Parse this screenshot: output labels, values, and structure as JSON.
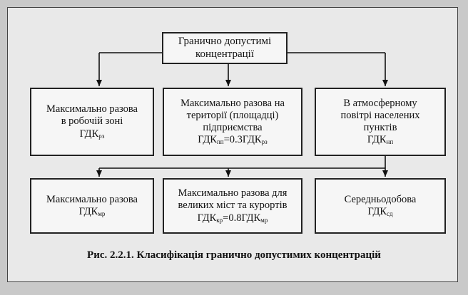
{
  "top": {
    "line1": "Гранично допустимі",
    "line2": "концентрації"
  },
  "row1": {
    "left": {
      "line1": "Максимально разова",
      "line2": "в робочій зоні",
      "abbr": "ГДК",
      "sub": "рз"
    },
    "middle": {
      "line1": "Максимально разова на",
      "line2": "території (площадці)",
      "line3": "підприємства",
      "formula_a": "ГДК",
      "formula_a_sub": "пп",
      "formula_eq": "=0.3ГДК",
      "formula_b_sub": "рз"
    },
    "right": {
      "line1": "В атмосферному",
      "line2": "повітрі населених",
      "line3": "пунктів",
      "abbr": "ГДК",
      "sub": "нп"
    }
  },
  "row2": {
    "left": {
      "line1": "Максимально разова",
      "abbr": "ГДК",
      "sub": "мр"
    },
    "middle": {
      "line1": "Максимально разова для",
      "line2": "великих міст та курортів",
      "formula_a": "ГДК",
      "formula_a_sub": "кр",
      "formula_eq": "=0.8ГДК",
      "formula_b_sub": "мр"
    },
    "right": {
      "line1": "Середньодобова",
      "abbr": "ГДК",
      "sub": "сд"
    }
  },
  "caption": "Рис. 2.2.1. Класифікація гранично допустимих концентрацій"
}
